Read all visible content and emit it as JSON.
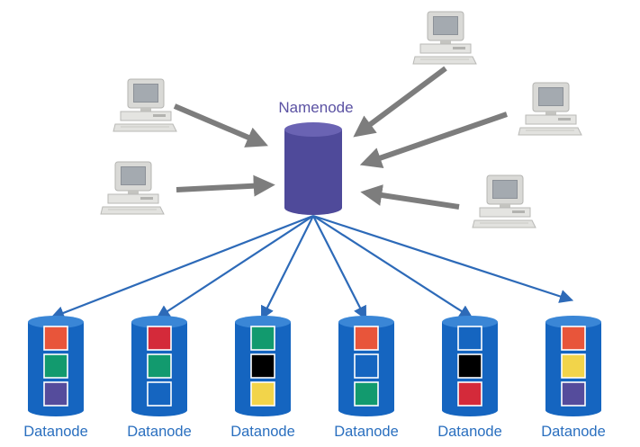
{
  "namenode": {
    "label": "Namenode",
    "color": "#4f4a9a"
  },
  "datanode_label": "Datanode",
  "colors": {
    "datanode_body": "#1565c0",
    "arrow_blue": "#2d6ab8",
    "arrow_gray": "#7d7d7d",
    "block_orange": "#e8553a",
    "block_red": "#d42a3a",
    "block_green": "#129a6e",
    "block_purple": "#554c9c",
    "block_black": "#000000",
    "block_yellow": "#f2d44a",
    "block_empty": "#1565c0"
  },
  "clients": [
    {
      "name": "client-computer-left-upper"
    },
    {
      "name": "client-computer-left-lower"
    },
    {
      "name": "client-computer-top-right"
    },
    {
      "name": "client-computer-right-upper"
    },
    {
      "name": "client-computer-right-lower"
    }
  ],
  "datanodes": [
    {
      "label": "Datanode",
      "blocks": [
        "block_orange",
        "block_green",
        "block_purple"
      ]
    },
    {
      "label": "Datanode",
      "blocks": [
        "block_red",
        "block_green",
        "block_empty"
      ]
    },
    {
      "label": "Datanode",
      "blocks": [
        "block_green",
        "block_black",
        "block_yellow"
      ]
    },
    {
      "label": "Datanode",
      "blocks": [
        "block_orange",
        "block_empty",
        "block_green"
      ]
    },
    {
      "label": "Datanode",
      "blocks": [
        "block_empty",
        "block_black",
        "block_red"
      ]
    },
    {
      "label": "Datanode",
      "blocks": [
        "block_orange",
        "block_yellow",
        "block_purple"
      ]
    }
  ]
}
